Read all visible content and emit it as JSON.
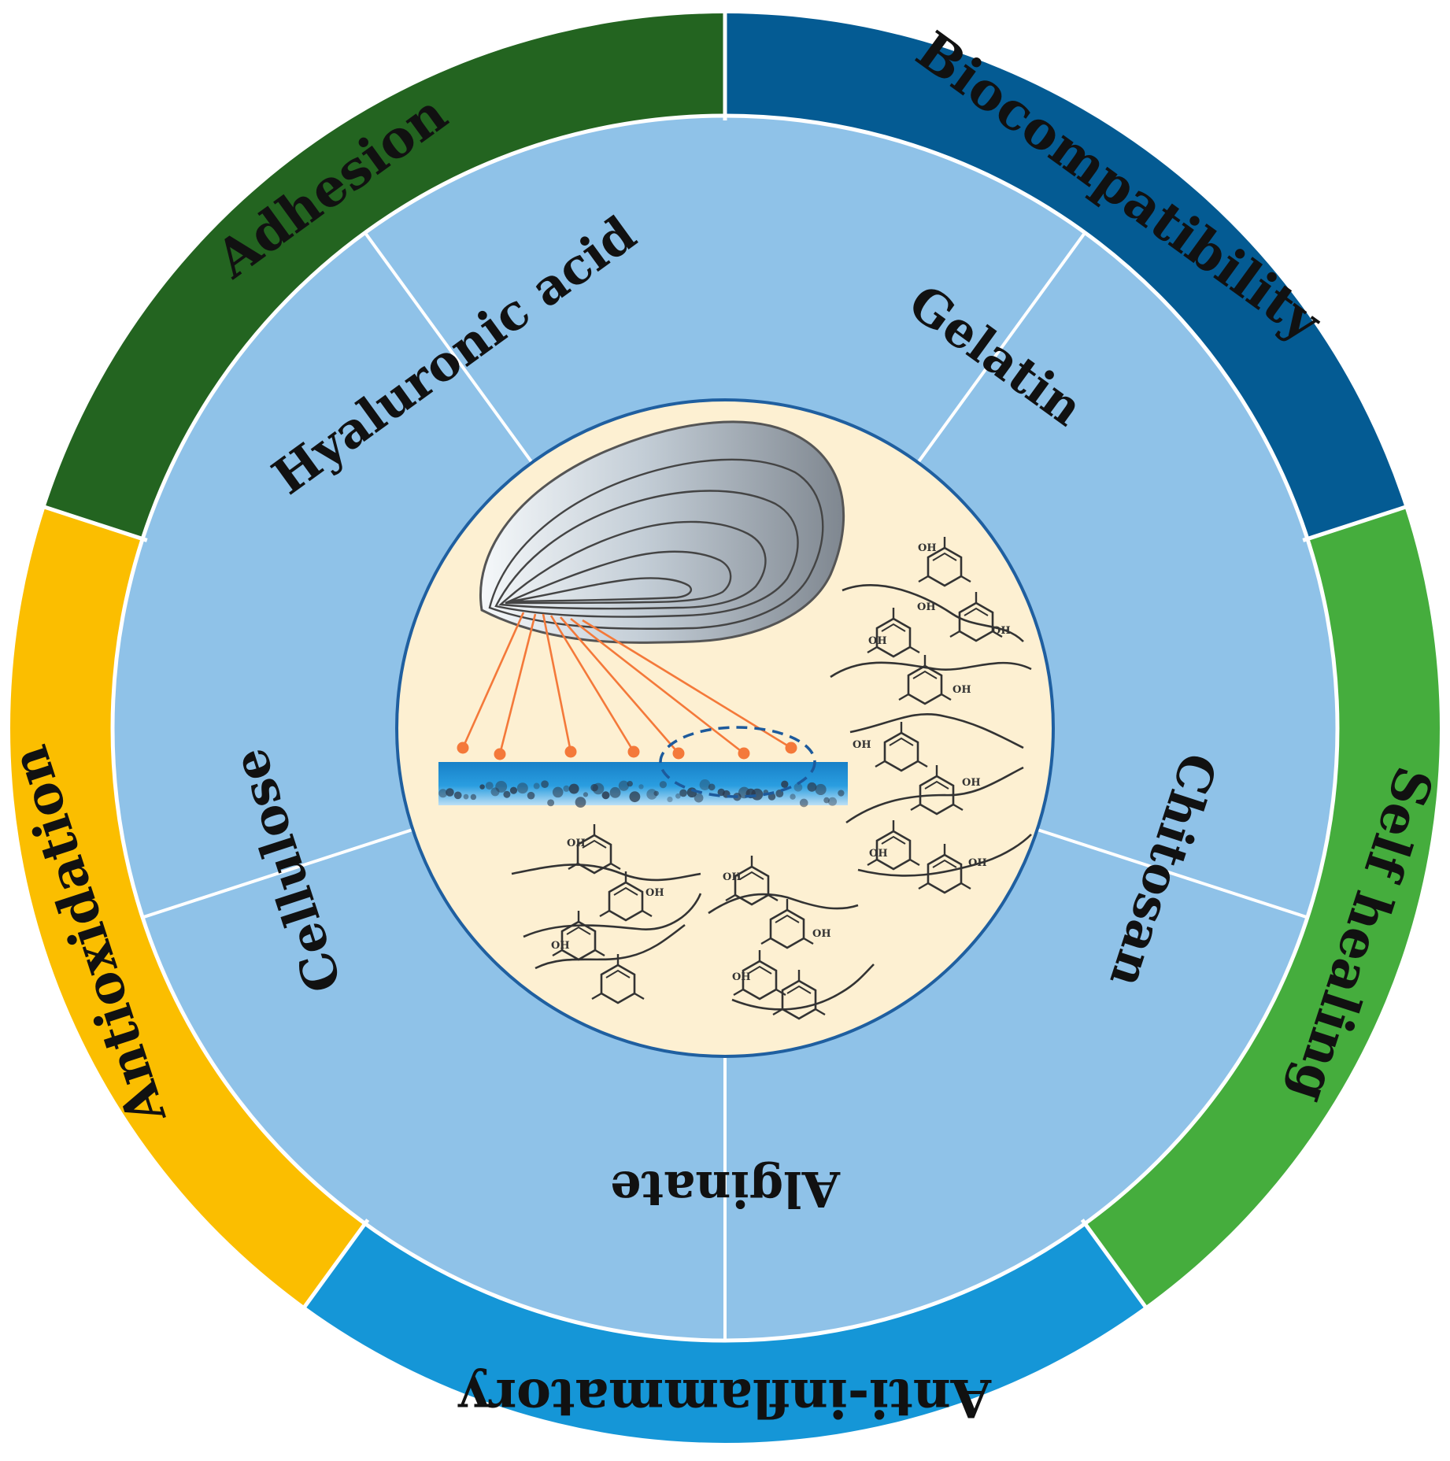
{
  "diagram": {
    "colors": {
      "inner_sector": "#8fc2e8",
      "center_disc": "#fdf0d2",
      "center_border": "#1f5fa0",
      "divider": "#ffffff",
      "shell_dark": "#8a9097",
      "shell_light": "#f3f6f8",
      "thread": "#f4793a",
      "surface": "#1780c8",
      "particles": "#2b3a4d",
      "polymer_line": "#333333"
    },
    "outer_ring": [
      {
        "label": "Adhesion",
        "color": "#045b93"
      },
      {
        "label": "Biocompatibility",
        "color": "#45ad3d"
      },
      {
        "label": "Self healing",
        "color": "#1596d7"
      },
      {
        "label": "Anti-inflammatory",
        "color": "#fbbe00"
      },
      {
        "label": "Antioxidation",
        "color": "#236420"
      }
    ],
    "inner_ring": [
      {
        "label": "Hyaluronic acid"
      },
      {
        "label": "Gelatin"
      },
      {
        "label": "Chitosan"
      },
      {
        "label": "Alginate"
      },
      {
        "label": "Cellulose"
      }
    ],
    "catechol_label": "OH"
  }
}
